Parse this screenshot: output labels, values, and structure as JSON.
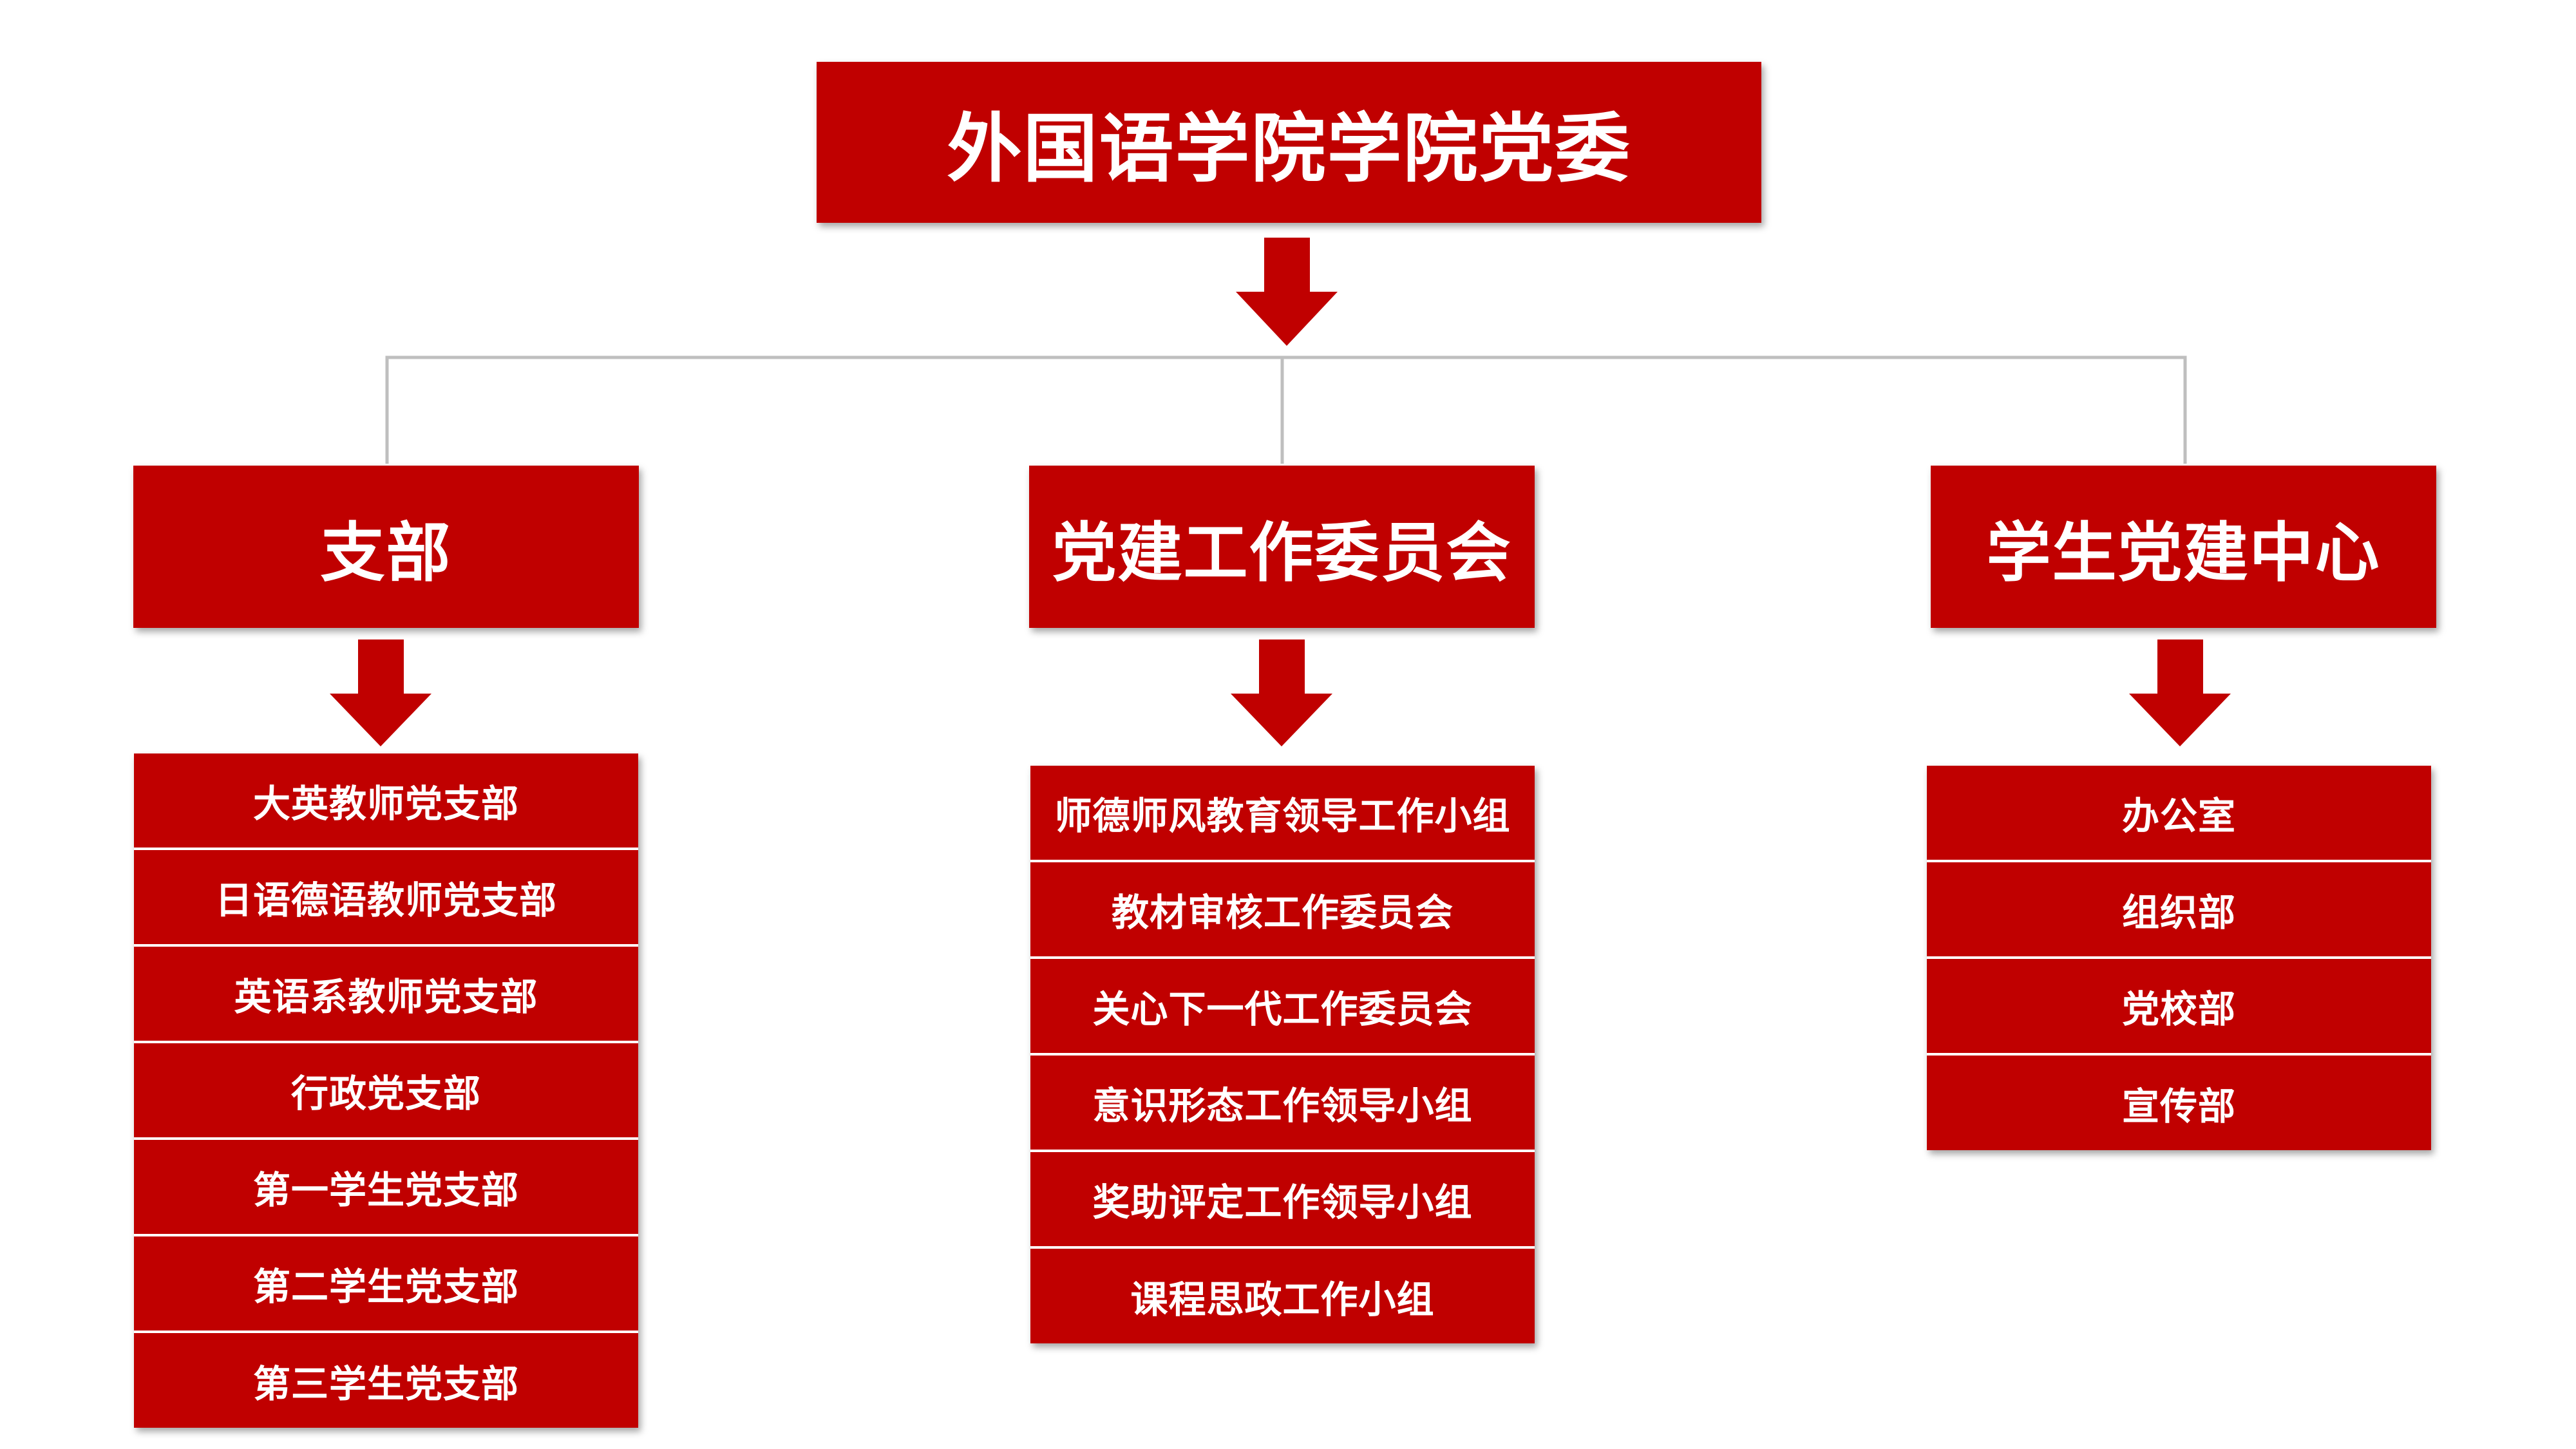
{
  "top": {
    "label": "外国语学院学院党委"
  },
  "columns": [
    {
      "title": "支部",
      "items": [
        "大英教师党支部",
        "日语德语教师党支部",
        "英语系教师党支部",
        "行政党支部",
        "第一学生党支部",
        "第二学生党支部",
        "第三学生党支部"
      ]
    },
    {
      "title": "党建工作委员会",
      "items": [
        "师德师风教育领导工作小组",
        "教材审核工作委员会",
        "关心下一代工作委员会",
        "意识形态工作领导小组",
        "奖助评定工作领导小组",
        "课程思政工作小组"
      ]
    },
    {
      "title": "学生党建中心",
      "items": [
        "办公室",
        "组织部",
        "党校部",
        "宣传部"
      ]
    }
  ],
  "colors": {
    "box": "#c00000",
    "text": "#ffffff",
    "connector": "#bfbfbf"
  }
}
